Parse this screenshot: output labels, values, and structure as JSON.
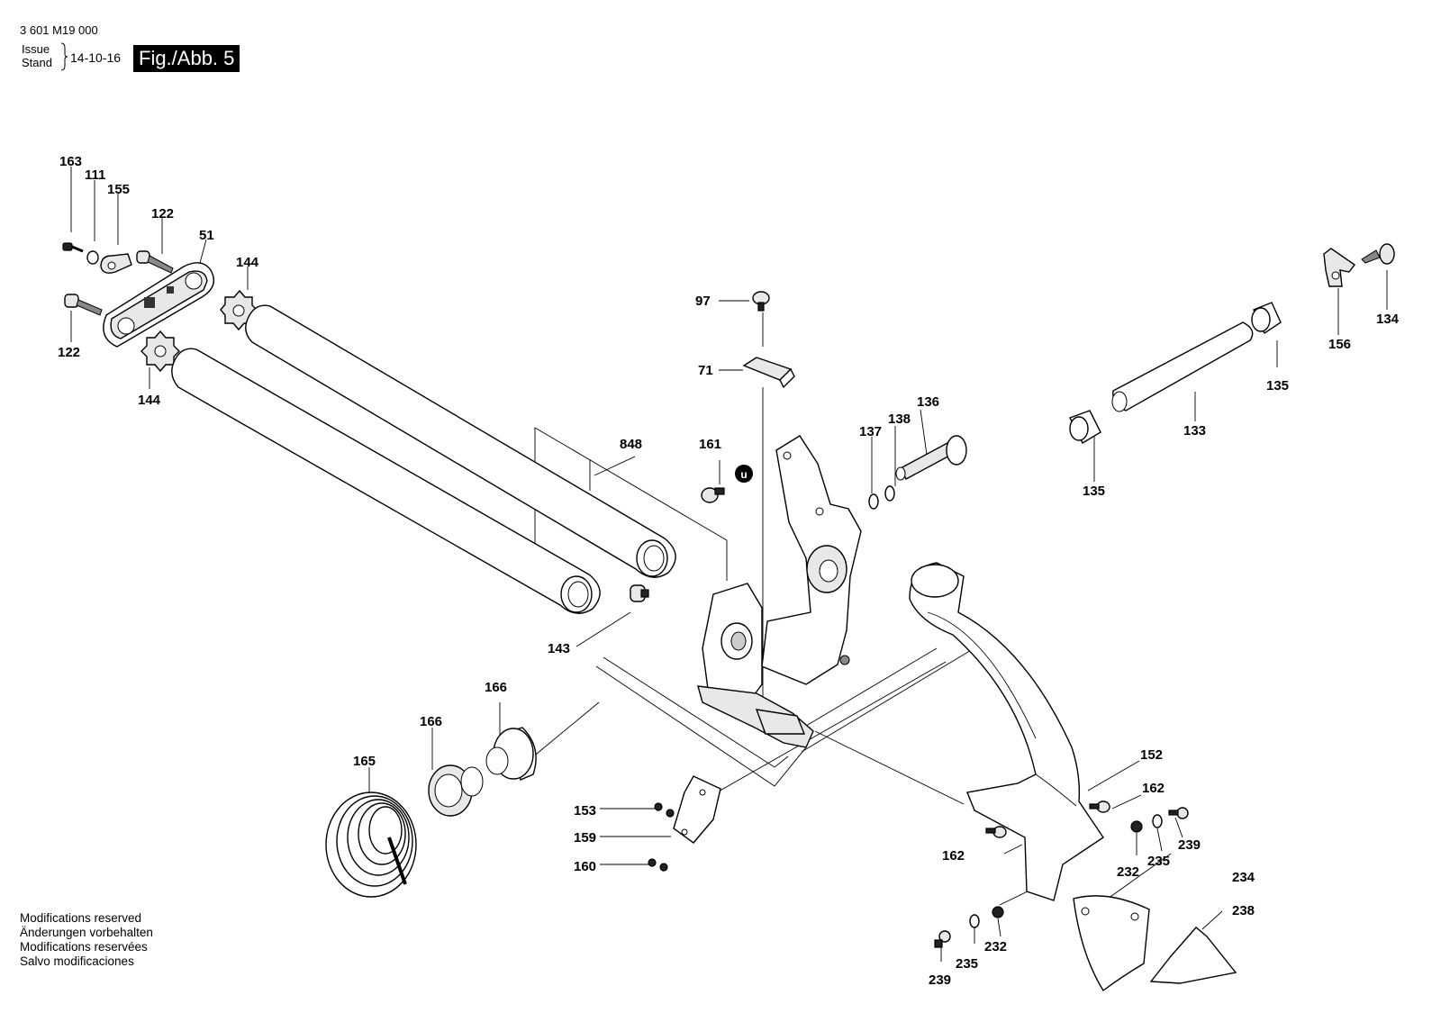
{
  "header": {
    "doc_number": "3 601 M19 000",
    "issue_label": [
      "Issue",
      "Stand"
    ],
    "issue_date": "14-10-16",
    "figure_label": "Fig./Abb. 5"
  },
  "footer": {
    "lines": [
      "Modifications reserved",
      "Änderungen vorbehalten",
      "Modifications reservées",
      "Salvo modificaciones"
    ]
  },
  "callouts": {
    "c163": "163",
    "c111": "111",
    "c155": "155",
    "c122a": "122",
    "c51": "51",
    "c144a": "144",
    "c122b": "122",
    "c144b": "144",
    "c97": "97",
    "c71": "71",
    "c848": "848",
    "c161": "161",
    "c137": "137",
    "c138": "138",
    "c136": "136",
    "c156": "156",
    "c134": "134",
    "c135a": "135",
    "c133": "133",
    "c135b": "135",
    "c143": "143",
    "c166a": "166",
    "c166b": "166",
    "c165": "165",
    "c152": "152",
    "c162a": "162",
    "c162b": "162",
    "c239a": "239",
    "c235a": "235",
    "c232a": "232",
    "c153": "153",
    "c159": "159",
    "c160": "160",
    "c234": "234",
    "c238": "238",
    "c232b": "232",
    "c235b": "235",
    "c239b": "239"
  }
}
